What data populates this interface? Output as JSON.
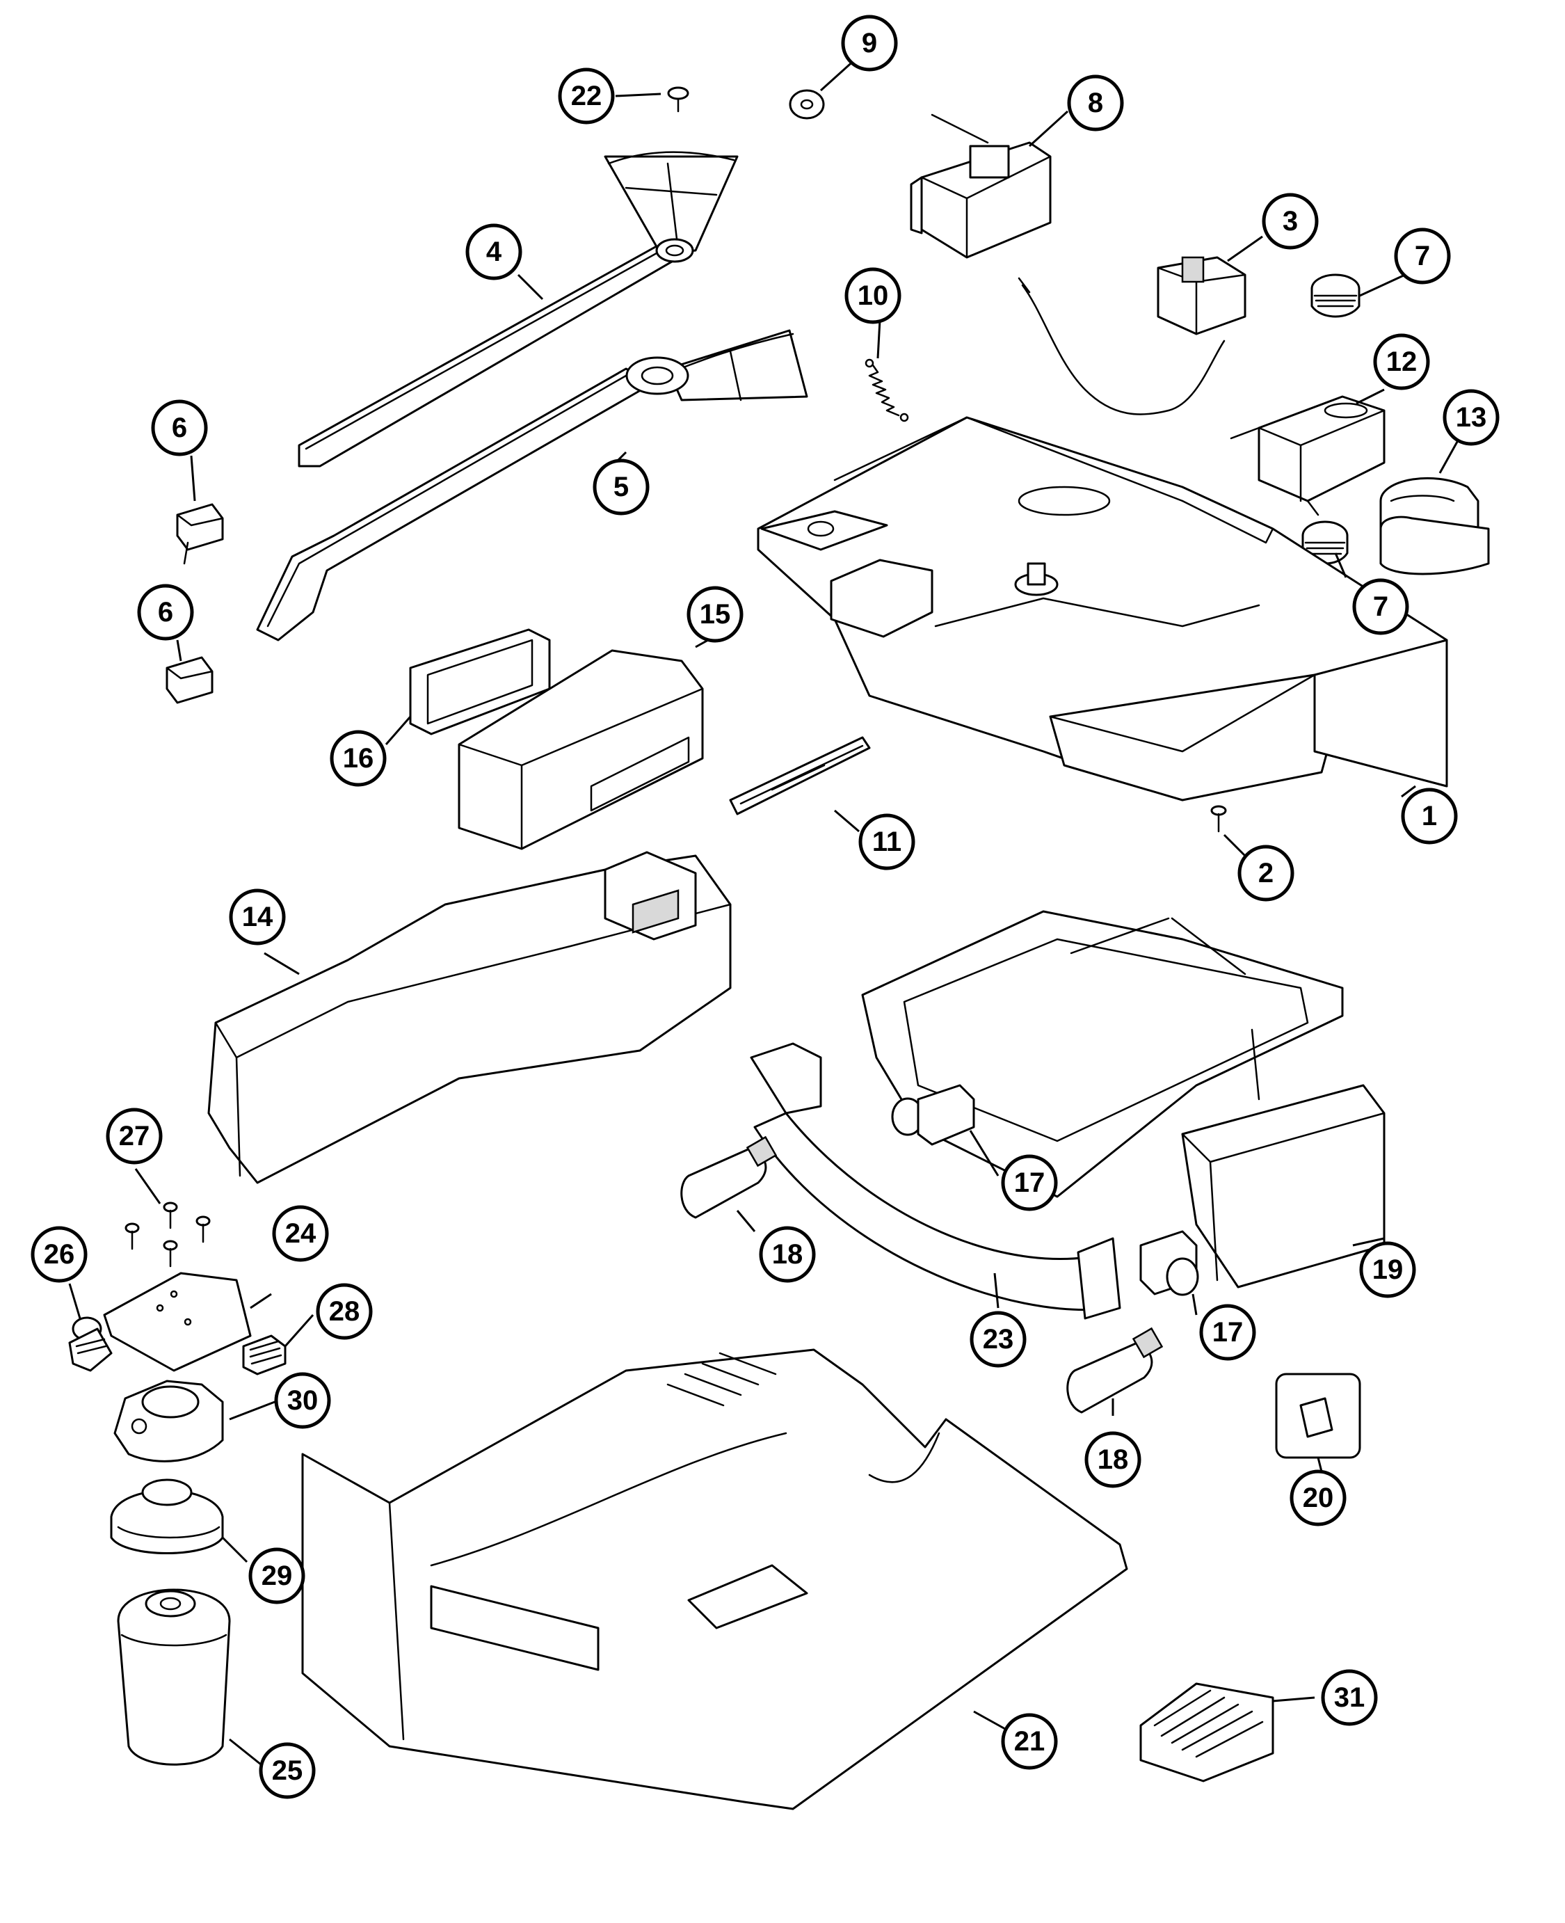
{
  "callouts": [
    {
      "id": "1",
      "label": "1"
    },
    {
      "id": "2",
      "label": "2"
    },
    {
      "id": "3",
      "label": "3"
    },
    {
      "id": "4",
      "label": "4"
    },
    {
      "id": "5",
      "label": "5"
    },
    {
      "id": "6a",
      "label": "6"
    },
    {
      "id": "6b",
      "label": "6"
    },
    {
      "id": "7a",
      "label": "7"
    },
    {
      "id": "7b",
      "label": "7"
    },
    {
      "id": "8",
      "label": "8"
    },
    {
      "id": "9",
      "label": "9"
    },
    {
      "id": "10",
      "label": "10"
    },
    {
      "id": "11",
      "label": "11"
    },
    {
      "id": "12",
      "label": "12"
    },
    {
      "id": "13",
      "label": "13"
    },
    {
      "id": "14",
      "label": "14"
    },
    {
      "id": "15",
      "label": "15"
    },
    {
      "id": "16",
      "label": "16"
    },
    {
      "id": "17a",
      "label": "17"
    },
    {
      "id": "17b",
      "label": "17"
    },
    {
      "id": "18a",
      "label": "18"
    },
    {
      "id": "18b",
      "label": "18"
    },
    {
      "id": "19",
      "label": "19"
    },
    {
      "id": "20",
      "label": "20"
    },
    {
      "id": "21",
      "label": "21"
    },
    {
      "id": "22",
      "label": "22"
    },
    {
      "id": "23",
      "label": "23"
    },
    {
      "id": "24",
      "label": "24"
    },
    {
      "id": "25",
      "label": "25"
    },
    {
      "id": "26",
      "label": "26"
    },
    {
      "id": "27",
      "label": "27"
    },
    {
      "id": "28",
      "label": "28"
    },
    {
      "id": "29",
      "label": "29"
    },
    {
      "id": "30",
      "label": "30"
    },
    {
      "id": "31",
      "label": "31"
    }
  ]
}
